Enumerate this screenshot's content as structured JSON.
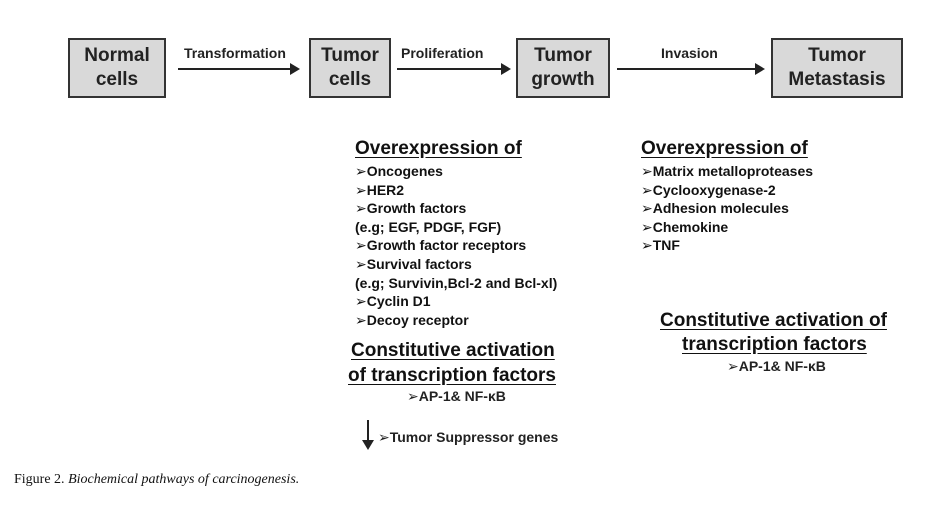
{
  "nodes": {
    "normal": [
      "Normal",
      "cells"
    ],
    "tumor_cells": [
      "Tumor",
      "cells"
    ],
    "tumor_growth": [
      "Tumor",
      "growth"
    ],
    "metastasis": [
      "Tumor",
      "Metastasis"
    ]
  },
  "edges": {
    "transformation": "Transformation",
    "proliferation": "Proliferation",
    "invasion": "Invasion"
  },
  "left_panel": {
    "heading": "Overexpression of",
    "items": [
      "➢Oncogenes",
      "➢HER2",
      "➢Growth factors",
      "(e.g; EGF, PDGF, FGF)",
      "➢Growth factor receptors",
      "➢Survival factors",
      "(e.g; Survivin,Bcl-2 and Bcl-xl)",
      "➢Cyclin D1",
      "➢Decoy receptor"
    ],
    "activation_line1": "Constitutive activation",
    "activation_line2": "of transcription factors",
    "tf": "➢AP-1& NF-κB",
    "suppressor": "➢Tumor Suppressor genes"
  },
  "right_panel": {
    "heading": "Overexpression of",
    "items": [
      "➢Matrix metalloproteases",
      "➢Cyclooxygenase-2",
      "➢Adhesion molecules",
      "➢Chemokine",
      "➢TNF"
    ],
    "activation_line1": "Constitutive activation of",
    "activation_line2": "transcription factors",
    "tf": "➢AP-1& NF-κB"
  },
  "caption": {
    "prefix": "Figure 2.",
    "text": "Biochemical pathways of carcinogenesis."
  }
}
